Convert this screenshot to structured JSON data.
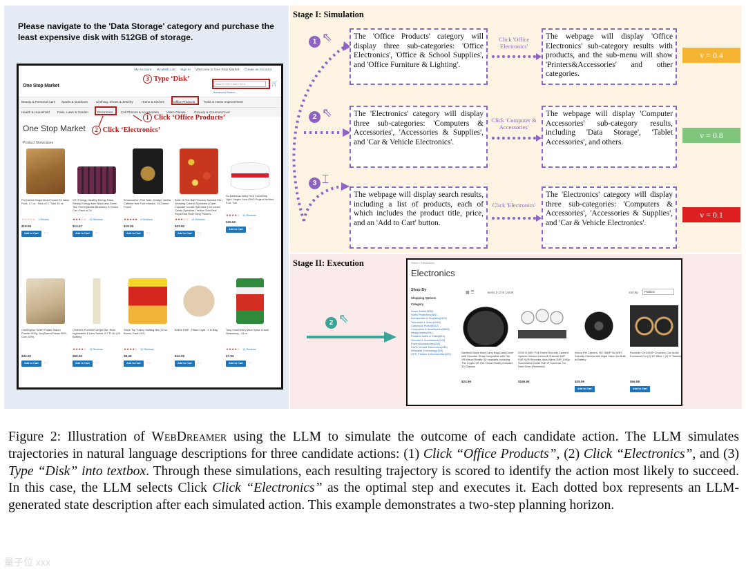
{
  "task": "Please navigate to the 'Data Storage' category and purchase the least expensive disk with 512GB of storage.",
  "colors": {
    "purple": "#8e63c1",
    "red_annotation": "#b31b1b",
    "score_orange": "#f5b431",
    "score_green": "#7fc57b",
    "score_red": "#dc2020",
    "stage1_bg": "#fdf4e3",
    "stage2_bg": "#fbeaea",
    "left_bg": "#e6ecf6",
    "teal_arrow": "#3aa597"
  },
  "shop": {
    "top_links": [
      "My Account",
      "My Wish List",
      "Sign In",
      "Welcome to One Stop Market",
      "Create an Account"
    ],
    "logo": "One Stop Market",
    "search_placeholder": "Search entire store here...",
    "advanced_search": "Advanced Search",
    "nav_row1": [
      "Beauty & Personal Care",
      "Sports & Outdoors",
      "Clothing, Shoes & Jewelry",
      "Home & Kitchen",
      "Office Products",
      "Tools & Home Improvement"
    ],
    "nav_row2": [
      "Health & Household",
      "Patio, Lawn & Garden",
      "Electronics",
      "Cell Phones & Accessories",
      "Video Games",
      "Grocery & Gourmet Food"
    ],
    "title": "One Stop Market",
    "showcase": "Product Showcases",
    "add_to_cart": "Add to Cart",
    "products": [
      {
        "name": "Pre-baked Gingerbread House Kit Value Pack, 17 oz., Pack of 2, Total 34 oz.",
        "rating": "☆☆☆☆☆",
        "reviews": "1 Review",
        "price": "$19.99",
        "icon": "gingerbread-kit-image"
      },
      {
        "name": "V8 +Energy, Healthy Energy Drink, Steady Energy from Black and Green Tea, Pomegranate Blueberry, 8 Ounce Can ,Pack of 24",
        "rating": "★★★☆☆",
        "reviews": "12 Reviews",
        "price": "$14.47",
        "icon": "energy-drink-cans-image"
      },
      {
        "name": "Elmwood Inn Fine Teas, Orange Vanilla Caffeine-free Fruit Infusion, 16-Ounce Pouch",
        "rating": "★★★★★",
        "reviews": "4 Reviews",
        "price": "$19.36",
        "icon": "tea-pouch-image"
      },
      {
        "name": "Belle Of The Ball Princess Sprinkle Mix | Wedding Colorful Sprinkles | Cake Cupcake Cookie Sprinkles | Ice cream Candy Sprinkles | Yellow Gold Red Royal Red Rose Icing Flowers Decorating Sprinkles, 8OZ",
        "rating": "★★★☆☆",
        "reviews": "12 Reviews",
        "price": "$23.50",
        "icon": "sprinkle-mix-image"
      },
      {
        "name": "So Delicious Dairy Free CocoWhip Light, Vegan, Non-GMO Project Verified, 9 oz. Tub",
        "rating": "★★★★☆",
        "reviews": "12 Reviews",
        "price": "$15.62",
        "icon": "cocowhip-tub-image"
      },
      {
        "name": "Cheongeun Sweet Potato Starch Powder 500g, 2ea(Sweet Potato 55%, Corn 45%)",
        "rating": "",
        "reviews": "",
        "price": "$34.00",
        "icon": "starch-powder-image"
      },
      {
        "name": "Q Mixers Premium Ginger Ale: Real Ingredients & Less Sweet, 6.7 Fl Oz (24 Bottles)",
        "rating": "★★★★☆",
        "reviews": "12 Reviews",
        "price": "$68.50",
        "icon": "ginger-ale-bottle-image"
      },
      {
        "name": "Stove Top Turkey Stuffing Mix (12 oz Boxes, Pack of 2)",
        "rating": "★★★★☆",
        "reviews": "12 Reviews",
        "price": "$8.49",
        "icon": "stove-top-box-image"
      },
      {
        "name": "Briess DME - Pilsen Light - 1 lb Bag",
        "rating": "",
        "reviews": "",
        "price": "$12.99",
        "icon": "dme-bag-image"
      },
      {
        "name": "Tony Chachere's More Spice Creole Seasoning - 14 oz",
        "rating": "★★★★☆",
        "reviews": "12 Reviews",
        "price": "$7.92",
        "icon": "creole-seasoning-image"
      }
    ]
  },
  "annotations": {
    "type_disk": "Type ‘Disk’",
    "click_office": "Click ‘Office Products’",
    "click_electronics": "Click ‘Electronics’",
    "num1": "1",
    "num2": "2",
    "num3": "3"
  },
  "stage1": {
    "title": "Stage I: Simulation",
    "rows": [
      {
        "step": "1",
        "left": "The 'Office Products' category will display three sub-categories: 'Office Electronics', 'Office & School Supplies', and 'Office Furniture & Lighting'.",
        "label": "Click 'Office Electronics'",
        "right": "The webpage will display 'Office Electronics' sub-category results with products, and the sub-menu will show 'Printers&Accessories' and other categories.",
        "score": "v = 0.4"
      },
      {
        "step": "2",
        "left": "The 'Electronics' category will display three sub-categories: 'Computers & Accessories', 'Accessories & Supplies', and 'Car & Vehicle Electronics'.",
        "label": "Click 'Computer & Accessories'",
        "right": "The webpage will display 'Computer Accessories' sub-category results, including 'Data Storage', 'Tablet Accessories', and others.",
        "score": "v = 0.8"
      },
      {
        "step": "3",
        "left": "The webpage will display search results, including a list of products, each of which includes the product title, price, and an 'Add to Cart' button.",
        "label": "Click 'Electronics'",
        "right": "The 'Electronics' category will display three sub-categories: 'Computers & Accessories', 'Accessories & Supplies', and 'Car & Vehicle Electronics'.",
        "score": "v = 0.1"
      }
    ]
  },
  "stage2": {
    "title": "Stage II: Execution",
    "step": "2",
    "breadcrumb": "Home  ›  Electronics",
    "page_title": "Electronics",
    "shop_by": "Shop By",
    "shopping_options": "Shopping Options",
    "category": "Category",
    "categories": [
      "Home Audio(1280)",
      "Video Projectors(484)",
      "Accessories & Supplies(2409)",
      "Television & Video(1083)",
      "Camera & Photo(9512)",
      "Computers & Accessories(2828)",
      "Headphones(691)",
      "Portable Audio & Video(824)",
      "Security & Surveillance(249)",
      "Power Accessories(248)",
      "Car & Vehicle Electronics(435)",
      "Wearable Technology(120)",
      "GPS, Finders & Accessories(152)"
    ],
    "items_count": "Items 1-12 of 14539",
    "sort_by": "Sort By",
    "sort_value": "Position",
    "add_to_cart": "Add to Cart",
    "products": [
      {
        "name": "Navitech Black Hard Carry Bag/Case/Cover with Shoulder Strap Compatible with The VR/Virtual Reality 3D headsets Including The Crypto VR 150 Virtual Reality Headset 3D Glasses",
        "price": "$24.99",
        "icon": "carry-case-image"
      },
      {
        "name": "ZOSI H.265+ PoE Home Security Camera System Outdoor Indoor,8-Channel 5MP PoE NVR Recorder,4pcs Wired 2MP 1080p Surveillance Bullet PoE IP Cameras, No Hard Drive (Renewed)",
        "price": "$169.99",
        "icon": "security-camera-system-image"
      },
      {
        "name": "Indoor Pet Camera, HD 1080P No WiFi Security Camera with Night Vision No Built-in Battery",
        "price": "$28.99",
        "icon": "pet-camera-image"
      },
      {
        "name": "Rockville CH10DSP Chuchero Car Audio Enclosure For (2) 10\" Mids + (2) 3\" Tweeter",
        "price": "$56.68",
        "icon": "car-audio-enclosure-image"
      }
    ]
  },
  "caption": {
    "prefix": "Figure 2: Illustration of ",
    "name": "WebDreamer",
    "p1": " using the LLM to simulate the outcome of each candidate action. The LLM simulates trajectories in natural language descriptions for three candidate actions: (1) ",
    "a1": "Click “Office Products”",
    "p2": ", (2) ",
    "a2": "Click “Electronics”",
    "p3": ", and (3) ",
    "a3": "Type “Disk” into textbox",
    "p4": ". Through these simulations, each resulting trajectory is scored to identify the action most likely to succeed. In this case, the LLM selects Click ",
    "a4": "Click “Electronics”",
    "p5": " as the optimal step and executes it. Each dotted box represents an LLM-generated state description after each simulated action. This example demonstrates a two-step planning horizon."
  },
  "watermark": "量子位 xxx"
}
